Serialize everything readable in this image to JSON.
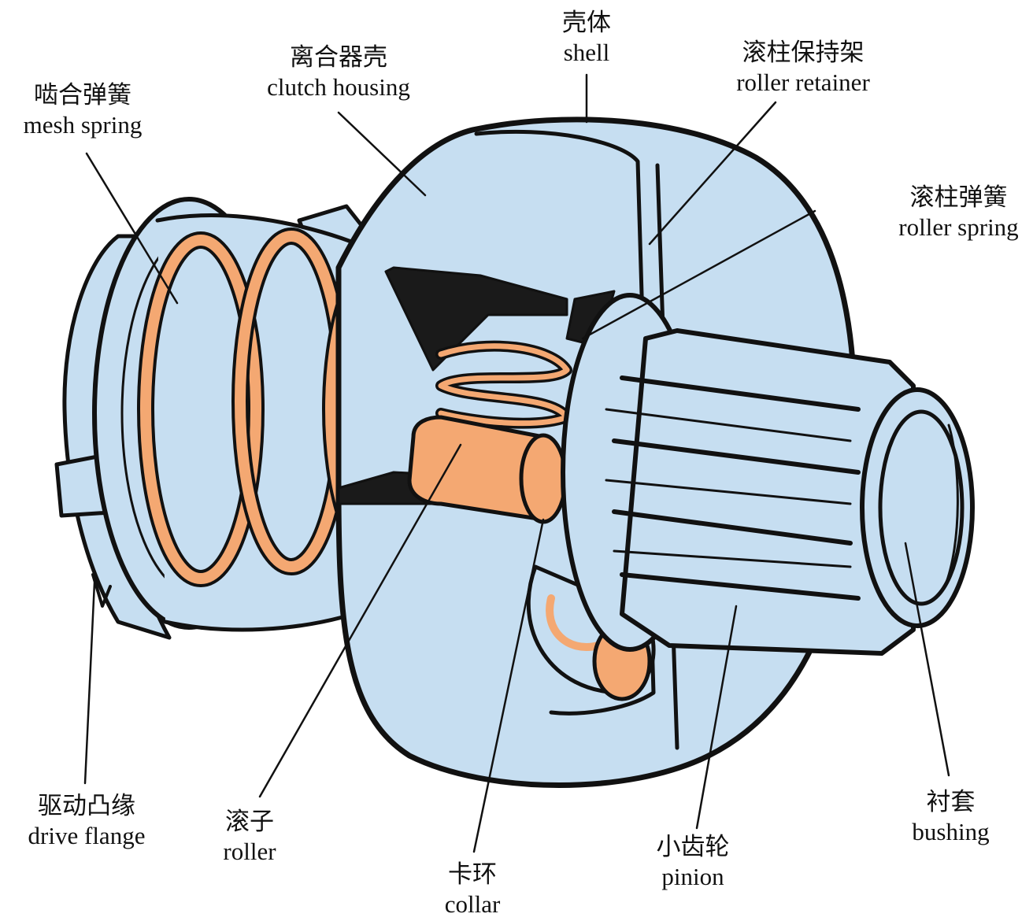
{
  "diagram": {
    "subject": "starter overrunning (roller) clutch",
    "colors": {
      "body_fill": "#c6def1",
      "spring_fill": "#f4a872",
      "outline": "#111111",
      "shadow_fill": "#1a1a1a",
      "background": "#ffffff"
    },
    "labels": [
      {
        "id": "mesh-spring",
        "zh": "啮合弹簧",
        "en": "mesh spring"
      },
      {
        "id": "clutch-housing",
        "zh": "离合器壳",
        "en": "clutch housing"
      },
      {
        "id": "shell",
        "zh": "壳体",
        "en": "shell"
      },
      {
        "id": "roller-retainer",
        "zh": "滚柱保持架",
        "en": "roller retainer"
      },
      {
        "id": "roller-spring",
        "zh": "滚柱弹簧",
        "en": "roller spring"
      },
      {
        "id": "drive-flange",
        "zh": "驱动凸缘",
        "en": "drive flange"
      },
      {
        "id": "roller",
        "zh": "滚子",
        "en": "roller"
      },
      {
        "id": "collar",
        "zh": "卡环",
        "en": "collar"
      },
      {
        "id": "pinion",
        "zh": "小齿轮",
        "en": "pinion"
      },
      {
        "id": "bushing",
        "zh": "衬套",
        "en": "bushing"
      }
    ]
  }
}
